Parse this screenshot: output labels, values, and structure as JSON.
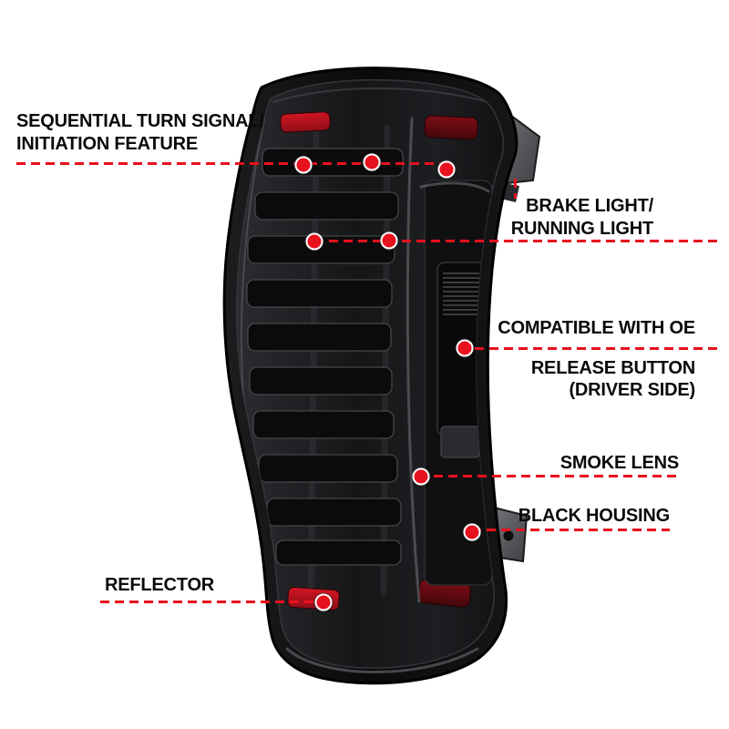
{
  "colors": {
    "accent": "#e8111e"
  },
  "callouts": {
    "sequential_turn_signal": {
      "line1": "SEQUENTIAL TURN SIGNAL/",
      "line2": "INITIATION FEATURE"
    },
    "brake_light": {
      "line1": "BRAKE LIGHT/",
      "line2": "RUNNING LIGHT"
    },
    "oe_release_button": {
      "line1": "COMPATIBLE WITH OE",
      "line2": "RELEASE BUTTON",
      "line3": "(DRIVER SIDE)"
    },
    "smoke_lens": {
      "label": "SMOKE LENS"
    },
    "black_housing": {
      "label": "BLACK HOUSING"
    },
    "reflector": {
      "label": "REFLECTOR"
    }
  }
}
